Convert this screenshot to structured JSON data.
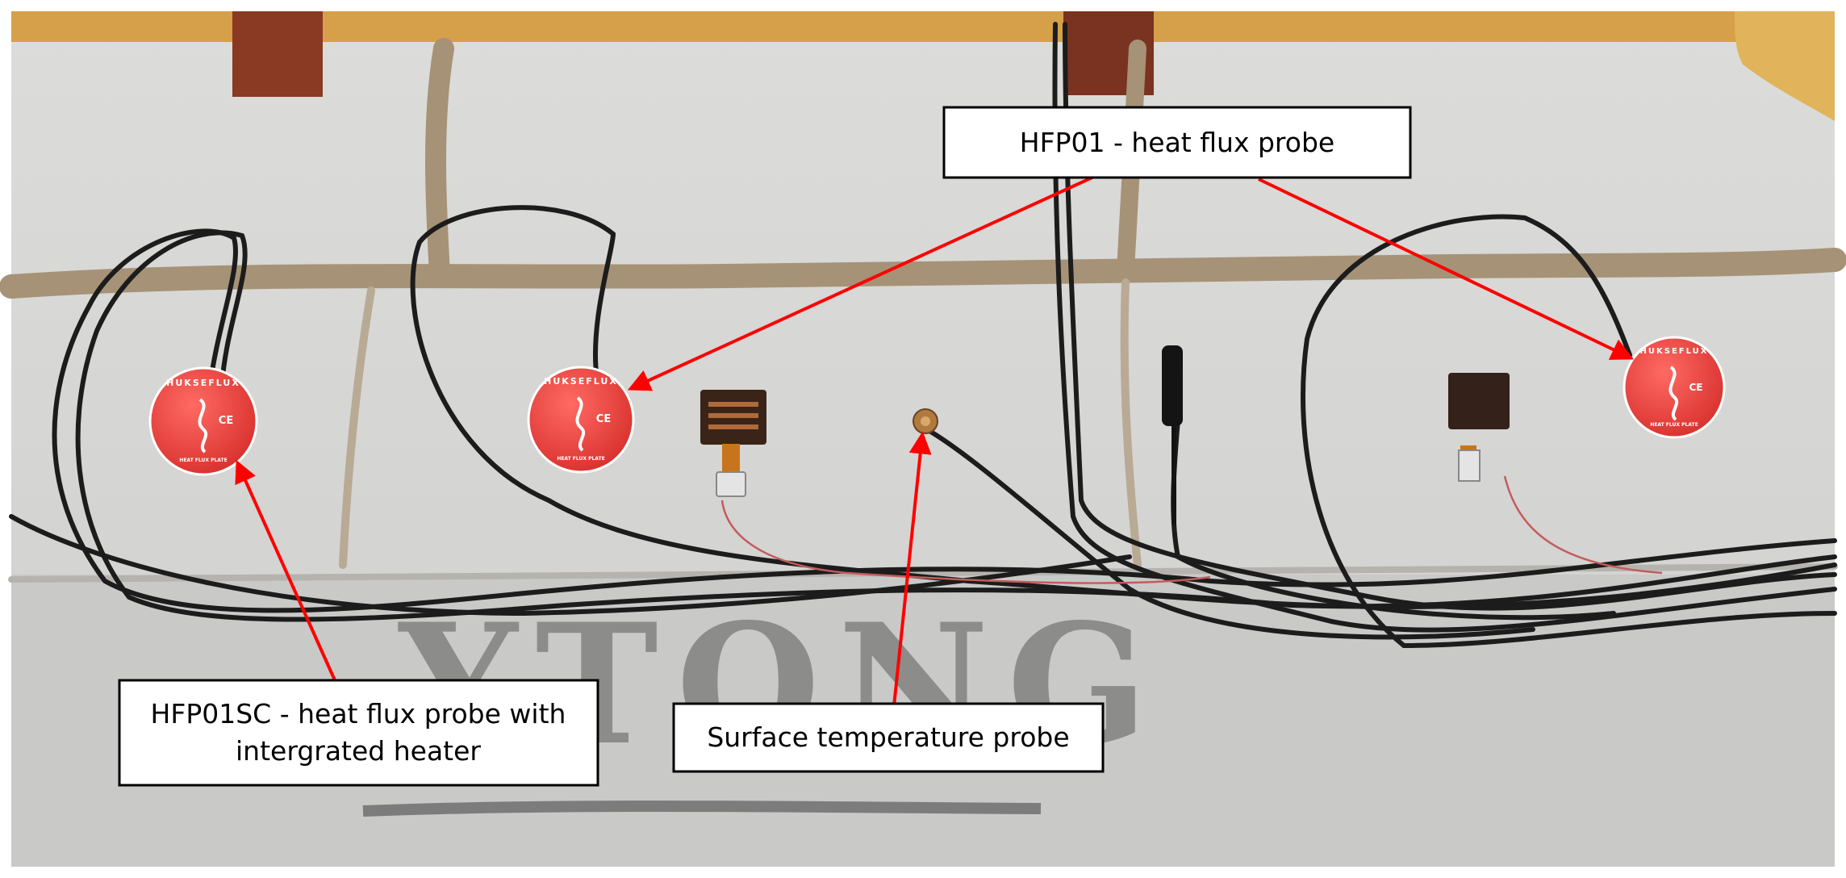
{
  "callouts": {
    "hfp01": {
      "text": "HFP01 - heat flux probe"
    },
    "hfp01sc": {
      "line1": "HFP01SC - heat flux probe with",
      "line2": "intergrated heater"
    },
    "surface_temp": {
      "text": "Surface temperature probe"
    }
  },
  "wall": {
    "watermark": "YTONG",
    "sensor_brand": "HUKSEFLUX",
    "sensor_caption": "HEAT FLUX PLATE",
    "sensor_mark": "CE"
  },
  "colors": {
    "arrow": "#ff0000",
    "label_border": "#000000",
    "label_fill": "#ffffff",
    "probe_red": "#e8423f",
    "wall": "#d8d8d6",
    "mortar": "#a38f72",
    "insulation": "#d8a44e",
    "cable": "#1a1a1a"
  }
}
